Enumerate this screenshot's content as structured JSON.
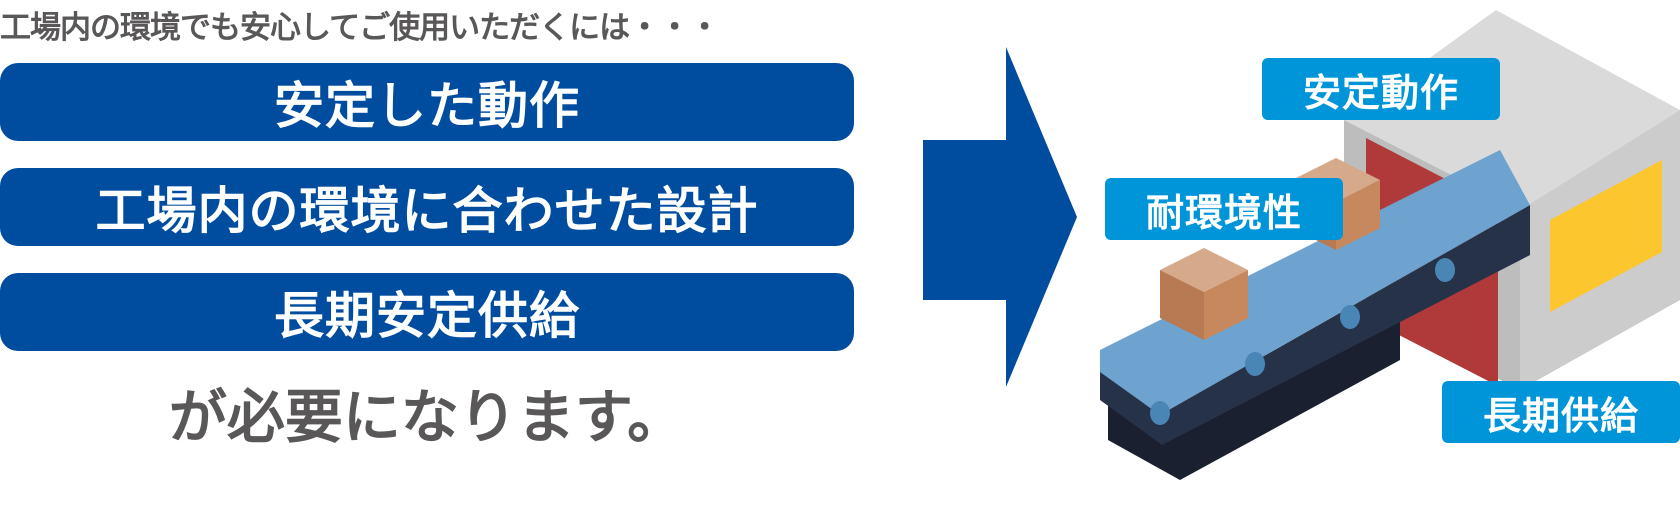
{
  "intro_text": "工場内の環境でも安心してご使用いただくには・・・",
  "requirements": [
    "安定した動作",
    "工場内の環境に合わせた設計",
    "長期安定供給"
  ],
  "conclusion_text": "が必要になります。",
  "machine_labels": {
    "stable_operation": "安定動作",
    "environment_resistance": "耐環境性",
    "long_term_supply": "長期供給"
  },
  "colors": {
    "pill_blue": "#004DA0",
    "tag_blue": "#0095D9",
    "text_gray": "#595757"
  },
  "icons": [
    "right-arrow-icon",
    "conveyor-machine-illustration"
  ]
}
